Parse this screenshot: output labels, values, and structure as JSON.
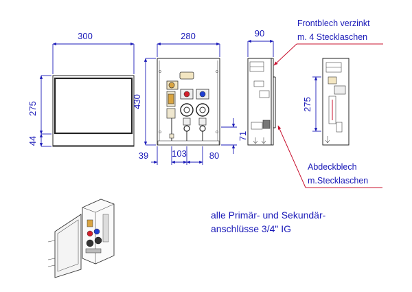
{
  "dimensions": {
    "front_width": "300",
    "front_height_275": "275",
    "front_bottom_44": "44",
    "side_height": "430",
    "inner_width": "280",
    "depth": "90",
    "right_height": "275",
    "offset_39": "39",
    "spacing_103": "103",
    "spacing_80": "80",
    "height_71": "71"
  },
  "labels": {
    "frontblech_line1": "Frontblech verzinkt",
    "frontblech_line2": "m. 4 Stecklaschen",
    "abdeckblech_line1": "Abdeckblech",
    "abdeckblech_line2": "m.Stecklaschen",
    "connections_line1": "alle Primär- und Sekundär-",
    "connections_line2": "anschlüsse 3/4\" IG"
  },
  "colors": {
    "dimension": "#1a1ab8",
    "leader": "#c8102e",
    "valve_red": "#d21f2b",
    "valve_blue": "#1f3fd2",
    "brass": "#d9a441"
  }
}
